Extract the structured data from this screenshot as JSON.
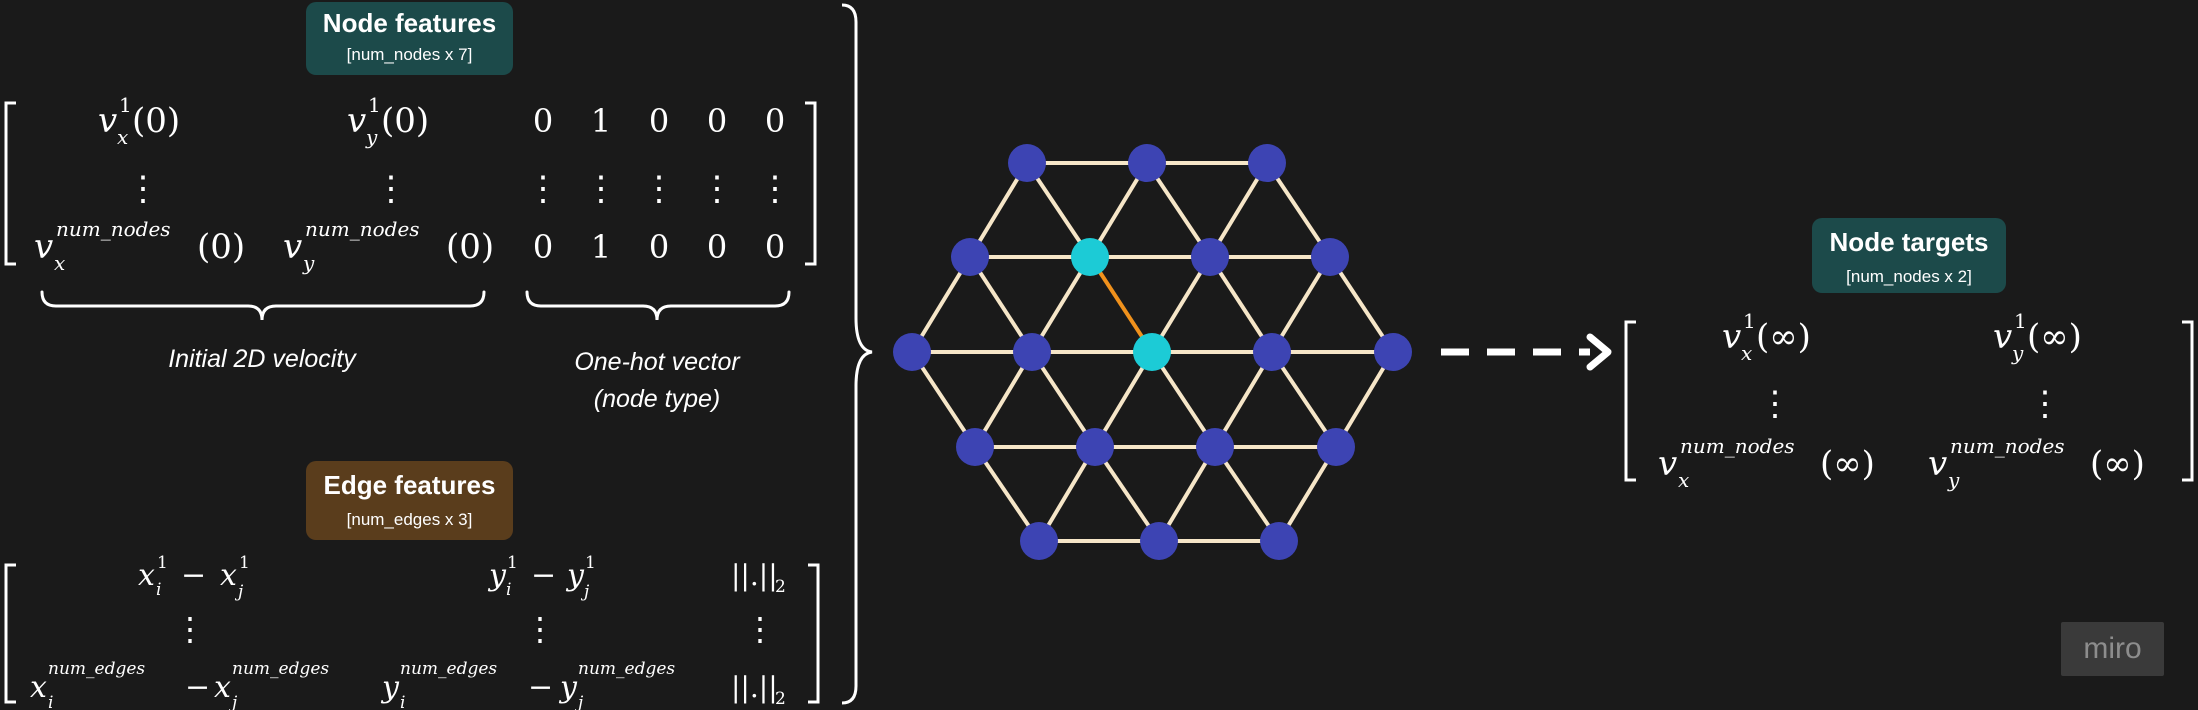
{
  "node_features": {
    "title": "Node features",
    "shape": "[num_nodes x 7]",
    "velocity_label": "Initial 2D velocity",
    "onehot_label_line1": "One-hot vector",
    "onehot_label_line2": "(node type)",
    "row_first": {
      "vx_base": "v",
      "vx_sub": "x",
      "vx_sup": "1",
      "vx_arg": "(0)",
      "vy_base": "v",
      "vy_sub": "y",
      "vy_sup": "1",
      "vy_arg": "(0)"
    },
    "row_last": {
      "vx_base": "v",
      "vx_sub": "x",
      "vx_sup": "num_nodes",
      "vx_arg": "(0)",
      "vy_base": "v",
      "vy_sub": "y",
      "vy_sup": "num_nodes",
      "vy_arg": "(0)"
    },
    "onehot_first": [
      "0",
      "1",
      "0",
      "0",
      "0"
    ],
    "onehot_last": [
      "0",
      "1",
      "0",
      "0",
      "0"
    ],
    "vdots": "⋮"
  },
  "edge_features": {
    "title": "Edge features",
    "shape": "[num_edges x 3]",
    "row_first": {
      "dx": "x",
      "dx_sup": "1",
      "dx_sub_i": "i",
      "dx_sub_j": "j",
      "dy": "y",
      "norm": "||.||",
      "norm_sub": "2"
    },
    "row_last_sup": "num_edges",
    "minus": "−",
    "vdots": "⋮"
  },
  "node_targets": {
    "title": "Node targets",
    "shape": "[num_nodes x 2]",
    "row_first": {
      "vx_sup": "1",
      "arg": "(∞)"
    },
    "row_last": {
      "sup": "num_nodes",
      "arg": "(∞)"
    },
    "vdots": "⋮"
  },
  "watermark": "miro",
  "colors": {
    "background": "#1a1a1a",
    "node_badge": "#1c4a4a",
    "edge_badge": "#5a3d1c",
    "target_badge": "#1c4a4a",
    "mesh_node": "#3d44b3",
    "highlight_node": "#1ccbd6",
    "mesh_edge": "#f6e6c8",
    "highlight_edge": "#f0911c",
    "arrow": "#ffffff"
  }
}
